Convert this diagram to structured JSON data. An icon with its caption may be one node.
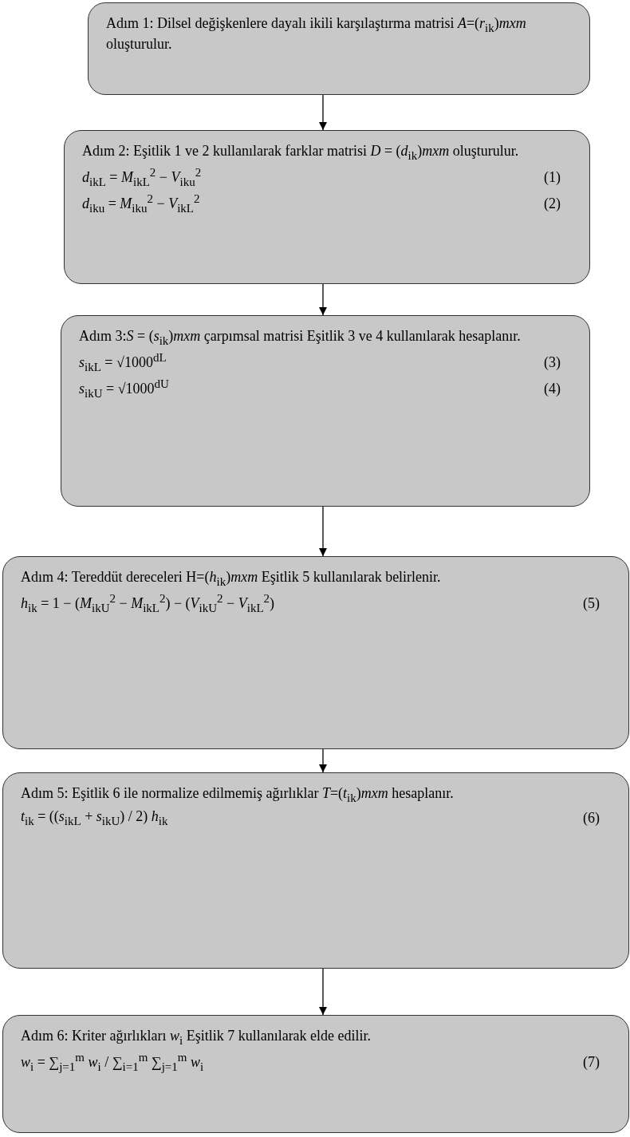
{
  "diagram": {
    "nodes": [
      {
        "text": [
          "Adım 1: Dilsel değişkenlere dayalı ikili karşılaştırma matrisi *A*=(*r*$_{ik}$)*mxm* oluşturulur."
        ]
      },
      {
        "text": [
          "Adım 2: Eşitlik 1 ve 2 kullanılarak farklar matrisi *D* = (*d*$_{ik}$)*mxm* oluşturulur.",
          "*d*$_{ikL}$ = *M*$_{ikL}$$^{2}$ − *V*$_{iku}$$^{2}$",
          "(1)",
          "*d*$_{iku}$ = *M*$_{iku}$$^{2}$ − *V*$_{ikL}$$^{2}$",
          "(2)"
        ]
      },
      {
        "text": [
          "Adım 3:*S* = (*s*$_{ik}$)*mxm* çarpımsal matrisi Eşitlik 3 ve 4 kullanılarak hesaplanır.",
          "*s*$_{ikL}$ = √1000$^{dL}$",
          "(3)",
          "*s*$_{ikU}$ = √1000$^{dU}$",
          "(4)"
        ]
      },
      {
        "text": [
          "Adım 4: Tereddüt dereceleri H=(*h*$_{ik}$)*mxm* Eşitlik 5 kullanılarak belirlenir.",
          "*h*$_{ik}$ = 1 − (*M*$_{ikU}$$^{2}$ − *M*$_{ikL}$$^{2}$) − (*V*$_{ikU}$$^{2}$ − *V*$_{ikL}$$^{2}$)",
          "(5)"
        ]
      },
      {
        "text": [
          "Adım 5: Eşitlik 6 ile normalize edilmemiş ağırlıklar *T*=(*t*$_{ik}$)*mxm* hesaplanır.",
          "*t*$_{ik}$ = ((*s*$_{ikL}$ + *s*$_{ikU}$) / 2) *h*$_{ik}$",
          "(6)"
        ]
      },
      {
        "text": [
          "Adım 6: Kriter ağırlıkları *w*$_{i}$ Eşitlik 7 kullanılarak elde edilir.",
          "*w*$_{i}$ = ∑$_{j=1}$$^{m}$ *w*$_{i}$ / ∑$_{i=1}$$^{m}$ ∑$_{j=1}$$^{m}$ *w*$_{i}$",
          "(7)"
        ]
      }
    ],
    "edges": [
      {
        "from": 0,
        "to": 1,
        "arrow": "to"
      },
      {
        "from": 1,
        "to": 2,
        "arrow": "to"
      },
      {
        "from": 2,
        "to": 3,
        "arrow": "to"
      },
      {
        "from": 3,
        "to": 4,
        "arrow": "to"
      },
      {
        "from": 4,
        "to": 5,
        "arrow": "to"
      }
    ]
  }
}
